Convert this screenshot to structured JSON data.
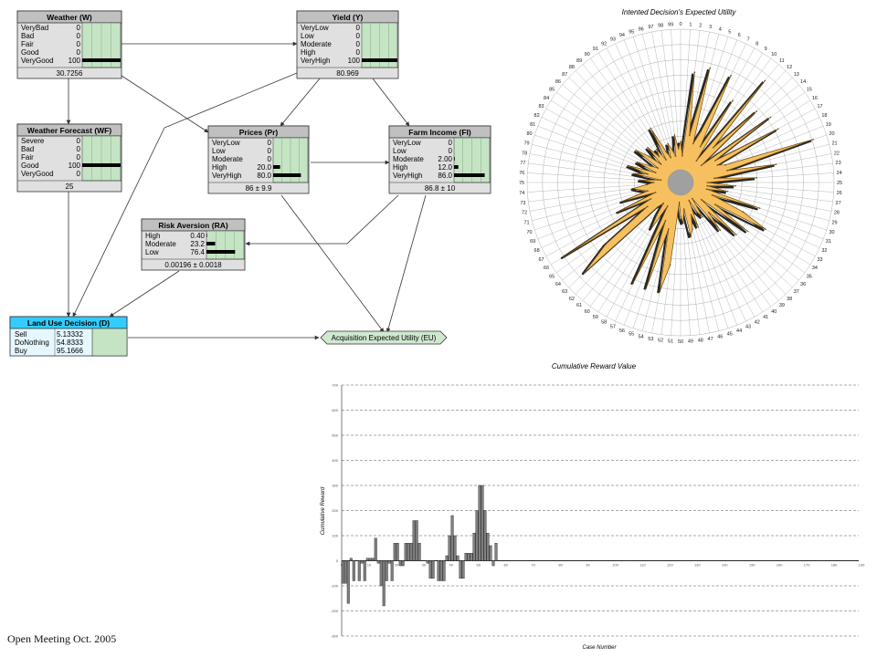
{
  "footer": {
    "text": "Open Meeting Oct. 2005"
  },
  "nodes": [
    {
      "id": "weather",
      "title": "Weather (W)",
      "states": [
        [
          "VeryBad",
          "0"
        ],
        [
          "Bad",
          "0"
        ],
        [
          "Fair",
          "0"
        ],
        [
          "Good",
          "0"
        ],
        [
          "VeryGood",
          "100"
        ]
      ],
      "probs": [
        0,
        0,
        0,
        0,
        100
      ],
      "footer": "30.7256"
    },
    {
      "id": "yield",
      "title": "Yield (Y)",
      "states": [
        [
          "VeryLow",
          "0"
        ],
        [
          "Low",
          "0"
        ],
        [
          "Moderate",
          "0"
        ],
        [
          "High",
          "0"
        ],
        [
          "VeryHigh",
          "100"
        ]
      ],
      "probs": [
        0,
        0,
        0,
        0,
        100
      ],
      "footer": "80.969"
    },
    {
      "id": "forecast",
      "title": "Weather Forecast (WF)",
      "states": [
        [
          "Severe",
          "0"
        ],
        [
          "Bad",
          "0"
        ],
        [
          "Fair",
          "0"
        ],
        [
          "Good",
          "100"
        ],
        [
          "VeryGood",
          "0"
        ]
      ],
      "probs": [
        0,
        0,
        0,
        100,
        0
      ],
      "footer": "25"
    },
    {
      "id": "prices",
      "title": "Prices (Pr)",
      "states": [
        [
          "VeryLow",
          "0"
        ],
        [
          "Low",
          "0"
        ],
        [
          "Moderate",
          "0"
        ],
        [
          "High",
          "20.0"
        ],
        [
          "VeryHigh",
          "80.0"
        ]
      ],
      "probs": [
        0,
        0,
        0,
        20,
        80
      ],
      "footer": "86 ± 9.9"
    },
    {
      "id": "income",
      "title": "Farm Income (FI)",
      "states": [
        [
          "VeryLow",
          "0"
        ],
        [
          "Low",
          "0"
        ],
        [
          "Moderate",
          "2.00"
        ],
        [
          "High",
          "12.0"
        ],
        [
          "VeryHigh",
          "86.0"
        ]
      ],
      "probs": [
        0,
        0,
        2,
        12,
        86
      ],
      "footer": "86.8 ± 10"
    },
    {
      "id": "risk",
      "title": "Risk Aversion (RA)",
      "states": [
        [
          "High",
          "0.40"
        ],
        [
          "Moderate",
          "23.2"
        ],
        [
          "Low",
          "76.4"
        ]
      ],
      "probs": [
        0.4,
        23.2,
        76.4
      ],
      "footer": "0.00196 ± 0.0018"
    }
  ],
  "decision": {
    "title": "Land Use Decision (D)",
    "states": [
      [
        "Sell",
        "5.13332"
      ],
      [
        "DoNothing",
        "54.8333"
      ],
      [
        "Buy",
        "95.1666"
      ]
    ]
  },
  "utility": {
    "title": "Acquisition Expected Utility (EU)"
  },
  "colors": {
    "node_header": "#c0c0c0",
    "node_bg": "#e0e0e0",
    "bar_area": "#c4e4c4",
    "decision_header": "#33ccff",
    "decision_body": "#e6f7ff",
    "radar_fill": "#f6c060",
    "bar_fill": "#808080"
  },
  "chart_data": [
    {
      "type": "radar",
      "title": "Intented Decision's Expected Utility",
      "categories": [
        "0",
        "1",
        "2",
        "3",
        "4",
        "5",
        "6",
        "7",
        "8",
        "9",
        "10",
        "11",
        "12",
        "13",
        "14",
        "15",
        "16",
        "17",
        "18",
        "19",
        "20",
        "21",
        "22",
        "23",
        "24",
        "25",
        "26",
        "27",
        "28",
        "29",
        "30",
        "31",
        "32",
        "33",
        "34",
        "35",
        "36",
        "37",
        "38",
        "39",
        "40",
        "41",
        "42",
        "43",
        "44",
        "45",
        "46",
        "47",
        "48",
        "49",
        "50",
        "51",
        "52",
        "53",
        "54",
        "55",
        "56",
        "57",
        "58",
        "59",
        "60",
        "61",
        "62",
        "63",
        "64",
        "65",
        "66",
        "67",
        "68",
        "69",
        "70",
        "71",
        "72",
        "73",
        "74",
        "75",
        "76",
        "77",
        "78",
        "79",
        "80",
        "81",
        "82",
        "83",
        "84",
        "85",
        "86",
        "87",
        "88",
        "89",
        "90",
        "91",
        "92",
        "93",
        "94",
        "95",
        "96",
        "97",
        "98",
        "99"
      ],
      "values": [
        20,
        10,
        70,
        25,
        75,
        20,
        30,
        75,
        20,
        60,
        10,
        85,
        25,
        65,
        10,
        70,
        20,
        70,
        20,
        25,
        90,
        25,
        60,
        15,
        45,
        10,
        30,
        10,
        25,
        10,
        50,
        15,
        40,
        60,
        20,
        50,
        10,
        45,
        20,
        35,
        5,
        20,
        15,
        5,
        25,
        15,
        25,
        30,
        10,
        20,
        15,
        5,
        50,
        70,
        25,
        70,
        20,
        70,
        10,
        30,
        20,
        10,
        15,
        85,
        60,
        20,
        90,
        15,
        40,
        10,
        35,
        15,
        20,
        25,
        15,
        10,
        20,
        5,
        25,
        15,
        30,
        10,
        25,
        15,
        10,
        30,
        20,
        10,
        25,
        15,
        20,
        10,
        35,
        15,
        10,
        20,
        15,
        10,
        25,
        15
      ]
    },
    {
      "type": "bar",
      "title": "Cumulative Reward Value",
      "xlabel": "Case Number",
      "ylabel": "Cumulative Reward",
      "ylim": [
        -300,
        700
      ],
      "yticks": [
        "-300",
        "-200",
        "-100",
        "0",
        "100",
        "200",
        "300",
        "400",
        "500",
        "600",
        "700"
      ],
      "xticks": [
        "0",
        "10",
        "20",
        "30",
        "40",
        "50",
        "60",
        "70",
        "80",
        "90",
        "100",
        "110",
        "120",
        "130",
        "140",
        "150",
        "160",
        "170",
        "180",
        "190"
      ],
      "values": [
        -90,
        -90,
        -170,
        10,
        -80,
        0,
        -80,
        -10,
        -80,
        10,
        10,
        10,
        90,
        -10,
        -100,
        -180,
        -80,
        -10,
        -80,
        70,
        70,
        -20,
        -20,
        70,
        70,
        70,
        160,
        160,
        70,
        0,
        0,
        -10,
        -70,
        -70,
        0,
        -80,
        -80,
        -80,
        20,
        100,
        180,
        100,
        20,
        -70,
        -70,
        30,
        30,
        30,
        110,
        200,
        300,
        300,
        200,
        110,
        60,
        -20,
        70,
        0,
        0,
        0,
        0,
        0,
        0,
        0,
        0,
        0,
        0,
        0,
        0,
        0,
        0,
        0,
        0,
        0,
        0,
        0,
        0,
        0,
        0,
        0,
        0,
        0,
        0,
        0,
        0,
        0,
        0,
        0,
        0,
        0,
        0,
        0,
        0,
        0,
        0,
        0,
        0,
        0,
        0,
        0,
        0,
        0,
        0,
        0,
        0,
        0,
        0,
        0,
        0,
        0,
        0,
        0,
        0,
        0,
        0,
        0,
        0,
        0,
        0,
        0,
        0,
        0,
        0,
        0,
        0,
        0,
        0,
        0,
        0,
        0,
        0,
        0,
        0,
        0,
        0,
        0,
        0,
        0,
        0,
        0,
        0,
        0,
        0,
        0,
        0,
        0,
        0,
        0,
        0,
        0,
        0,
        0,
        0,
        0,
        0,
        0,
        0,
        0,
        0,
        0,
        0,
        0,
        0,
        0,
        0,
        0,
        0,
        0,
        0,
        0,
        0,
        0,
        0,
        0,
        0,
        0,
        0,
        0,
        0,
        0,
        0,
        0,
        0,
        0,
        0,
        0,
        0,
        0,
        0
      ]
    }
  ]
}
